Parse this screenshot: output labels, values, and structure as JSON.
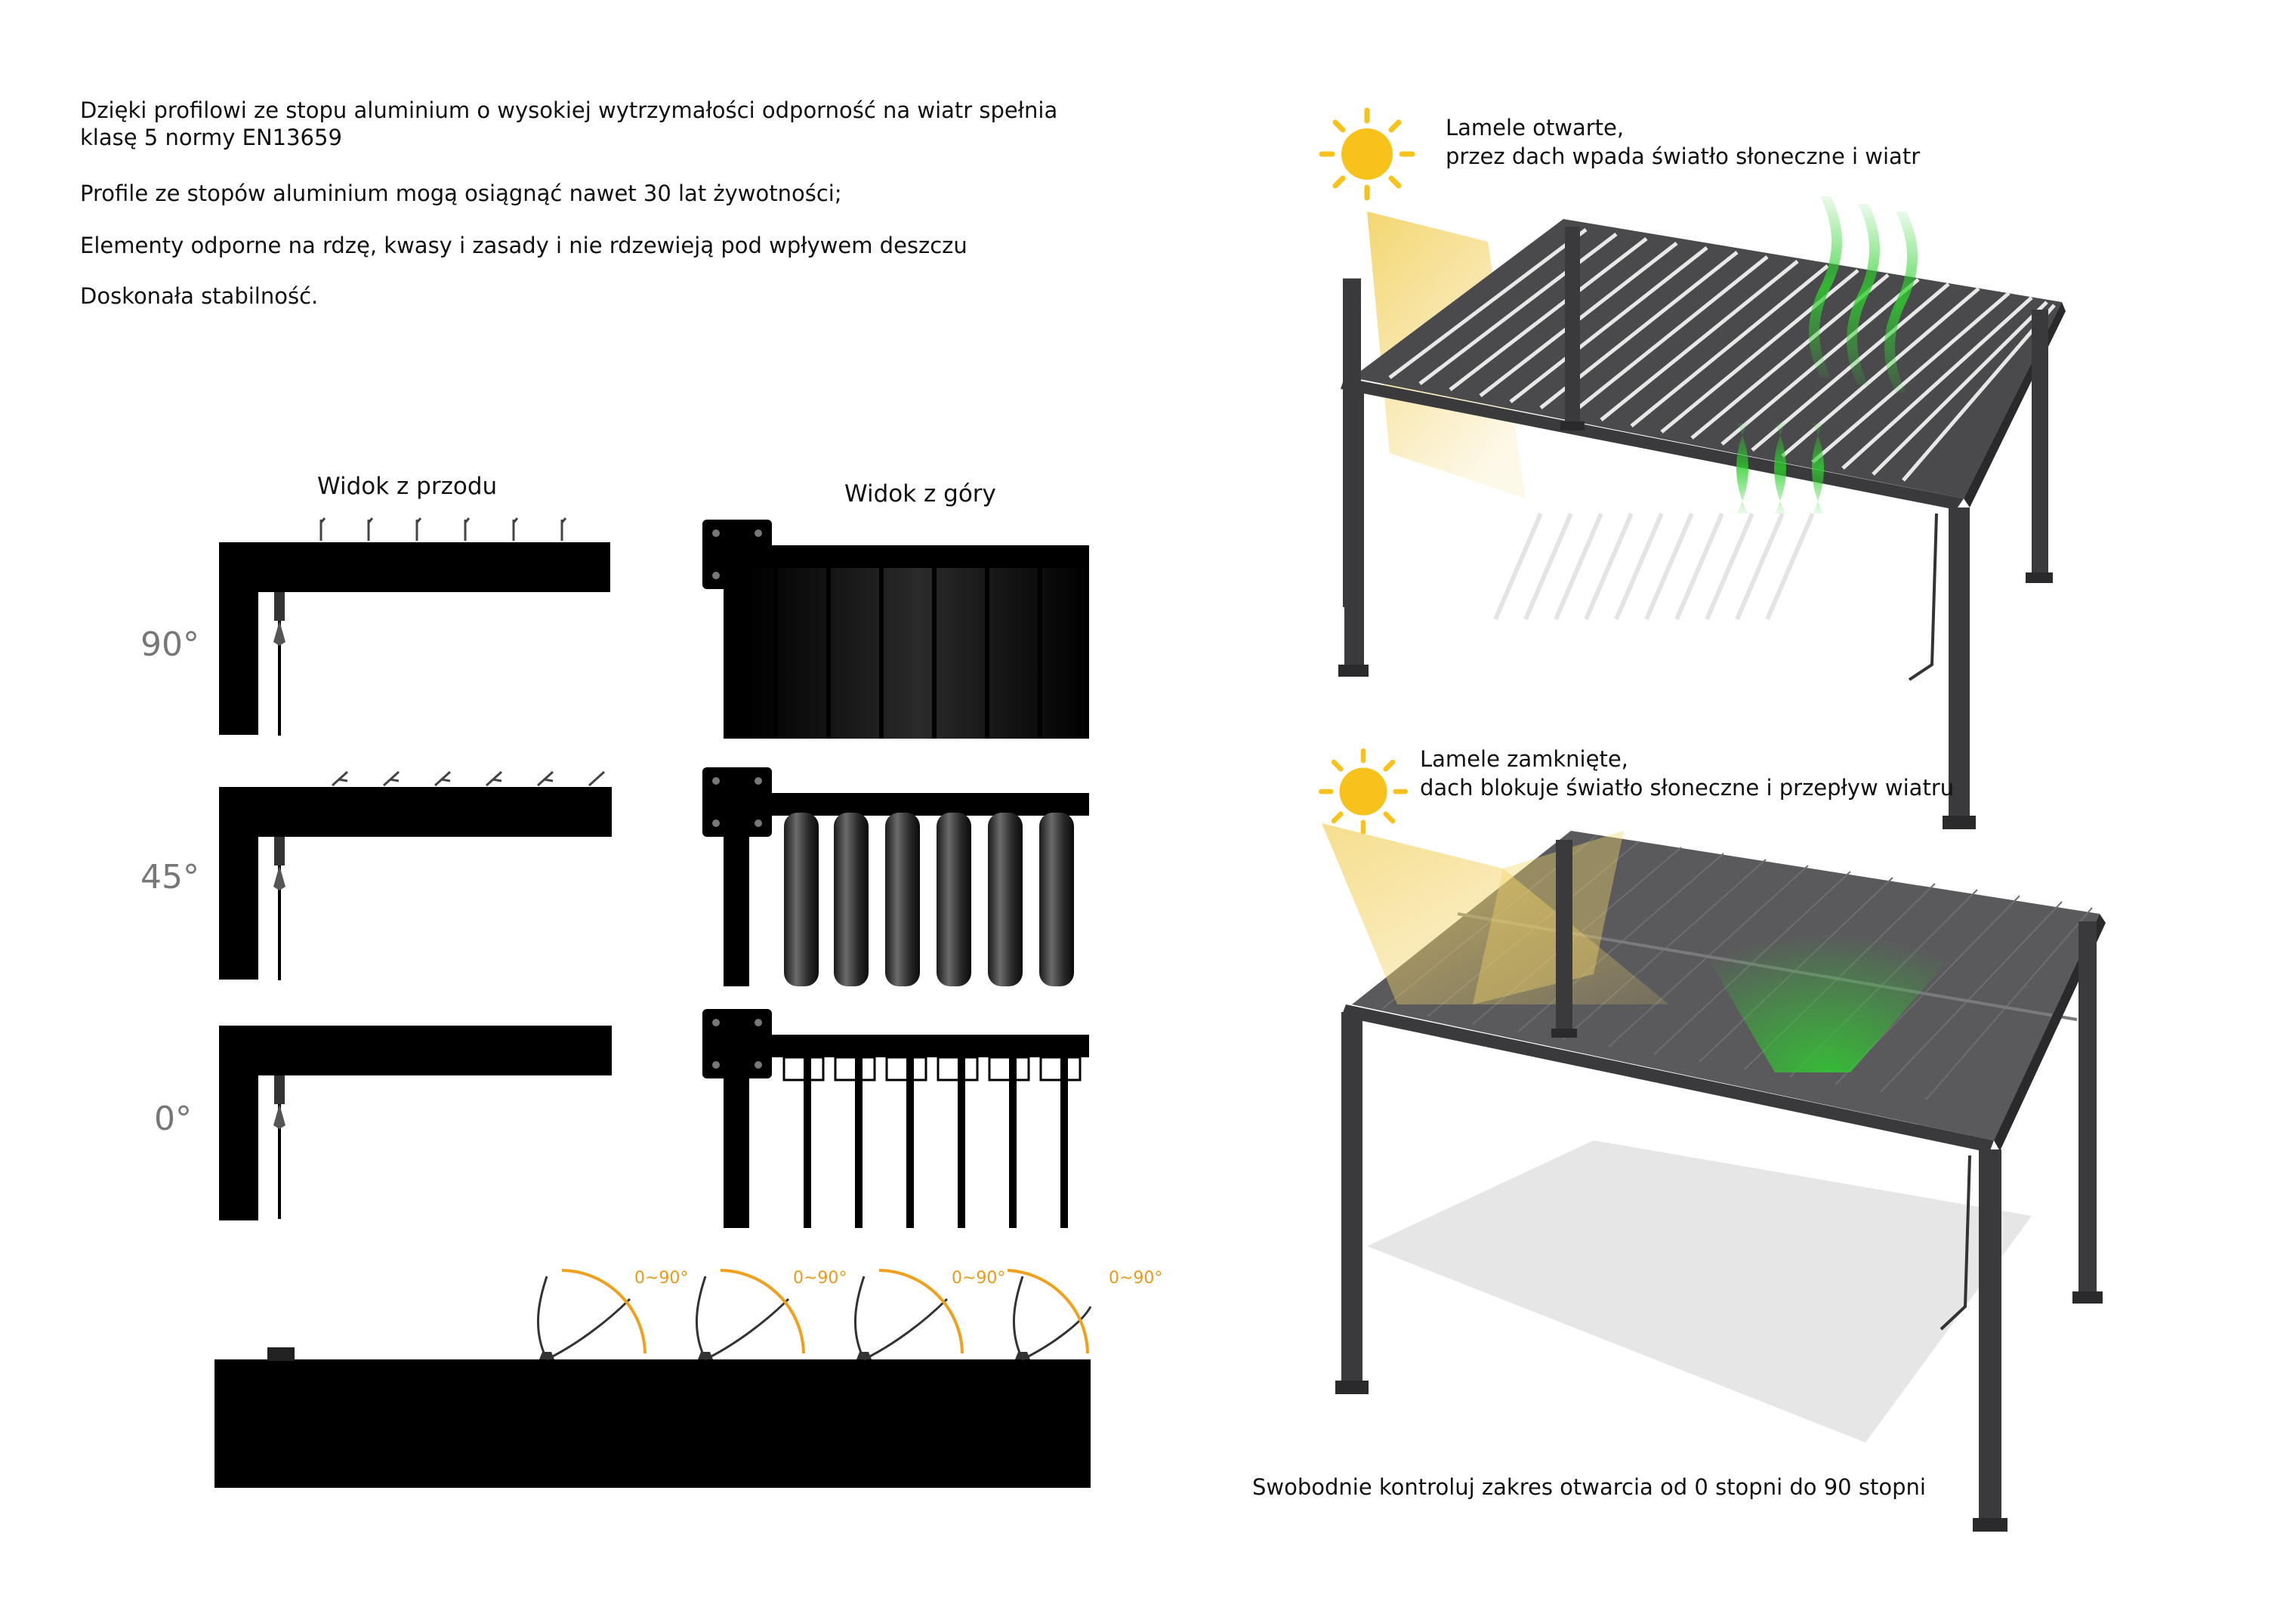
{
  "intro": {
    "line1": "Dzięki profilowi ze stopu aluminium o wysokiej wytrzymałości odporność na wiatr spełnia klasę 5 normy EN13659",
    "line2": "Profile ze stopów aluminium mogą osiągnąć nawet 30 lat żywotności;",
    "line3": "Elementy odporne na rdzę, kwasy i zasady i nie rdzewieją pod wpływem deszczu",
    "line4": "Doskonała stabilność."
  },
  "views": {
    "front_title": "Widok z przodu",
    "top_title": "Widok z góry",
    "angles": [
      "90°",
      "45°",
      "0°"
    ]
  },
  "rotation_label": "0~90°",
  "open": {
    "line1": "Lamele otwarte,",
    "line2": "przez dach wpada światło słoneczne i wiatr"
  },
  "closed": {
    "line1": "Lamele zamknięte,",
    "line2": "dach blokuje światło słoneczne i przepływ wiatru"
  },
  "footer_caption": "Swobodnie kontroluj zakres otwarcia od 0 stopni do 90 stopni",
  "colors": {
    "frame": "#3a3a3c",
    "sun": "#f7c21c",
    "wind": "#2ed12e"
  }
}
